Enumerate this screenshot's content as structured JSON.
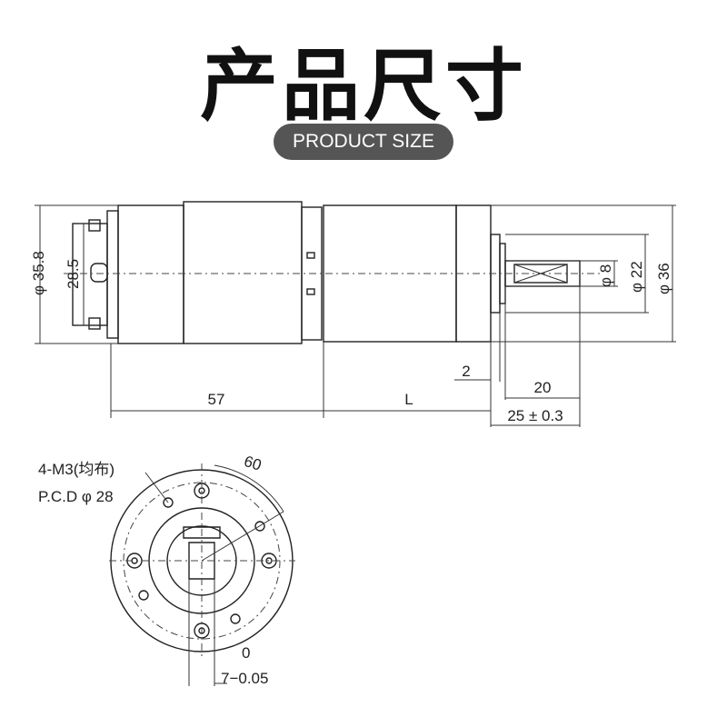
{
  "header": {
    "title": "产品尺寸",
    "subtitle": "PRODUCT SIZE"
  },
  "side_view": {
    "dims": {
      "body_dia": "φ 35.8",
      "end_dia": "28.5",
      "shaft_dia": "φ 8",
      "boss_dia": "φ 22",
      "gear_dia": "φ 36",
      "motor_len": "57",
      "gear_len": "L",
      "boss_len": "2",
      "shaft_len": "20",
      "output_len": "25 ± 0.3"
    }
  },
  "front_view": {
    "labels": {
      "holes": "4-M3(均布)",
      "pcd": "P.C.D φ 28",
      "angle": "60",
      "flat_zero": "0",
      "flat_tol": "7−0.05"
    }
  }
}
